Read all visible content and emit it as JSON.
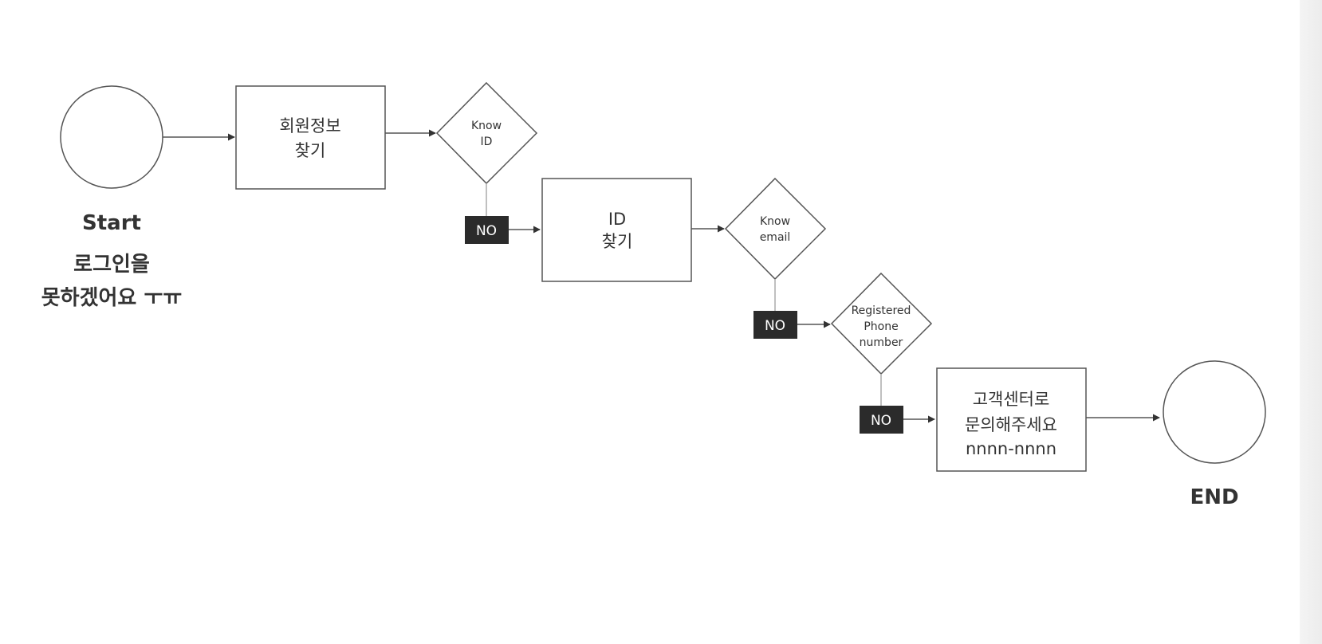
{
  "start": {
    "label": "Start",
    "caption_lines": [
      "로그인을",
      "못하겠어요 ㅜㅠ"
    ]
  },
  "end": {
    "label": "END"
  },
  "boxes": {
    "find_member_info": {
      "lines": [
        "회원정보",
        "찾기"
      ]
    },
    "find_id": {
      "lines": [
        "ID",
        "찾기"
      ]
    },
    "contact_center": {
      "lines": [
        "고객센터로",
        "문의해주세요",
        "nnnn-nnnn"
      ]
    }
  },
  "decisions": {
    "know_id": {
      "lines": [
        "Know",
        "ID"
      ]
    },
    "know_email": {
      "lines": [
        "Know",
        "email"
      ]
    },
    "registered_phone": {
      "lines": [
        "Registered",
        "Phone",
        "number"
      ]
    }
  },
  "no_labels": [
    "NO",
    "NO",
    "NO"
  ],
  "colors": {
    "stroke": "#555555",
    "text": "#333333",
    "no_badge": "#2b2b2b",
    "no_text": "#ffffff"
  }
}
